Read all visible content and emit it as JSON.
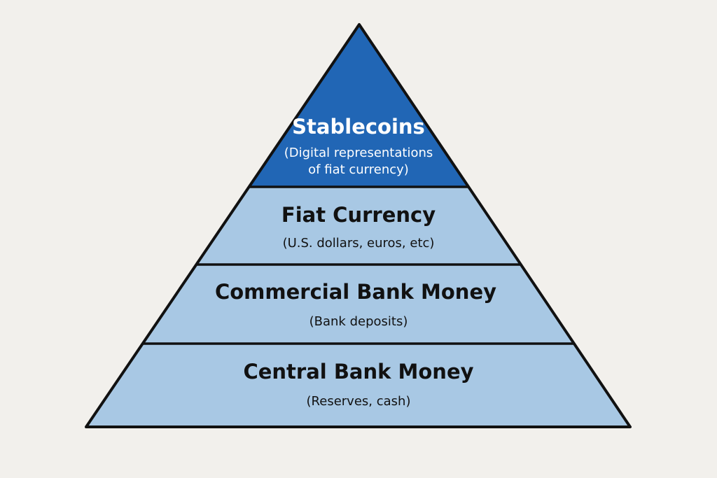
{
  "colors": {
    "background": "#f2f0ec",
    "top_layer": "#2166b5",
    "lower_layers": "#a8c8e4",
    "outline": "#111111"
  },
  "layers": [
    {
      "title": "Stablecoins",
      "subtitle_lines": [
        "(Digital representations",
        "of fiat currency)"
      ]
    },
    {
      "title": "Fiat Currency",
      "subtitle_lines": [
        "(U.S. dollars, euros, etc)"
      ]
    },
    {
      "title": "Commercial Bank Money",
      "subtitle_lines": [
        "(Bank deposits)"
      ]
    },
    {
      "title": "Central Bank Money",
      "subtitle_lines": [
        "(Reserves, cash)"
      ]
    }
  ]
}
